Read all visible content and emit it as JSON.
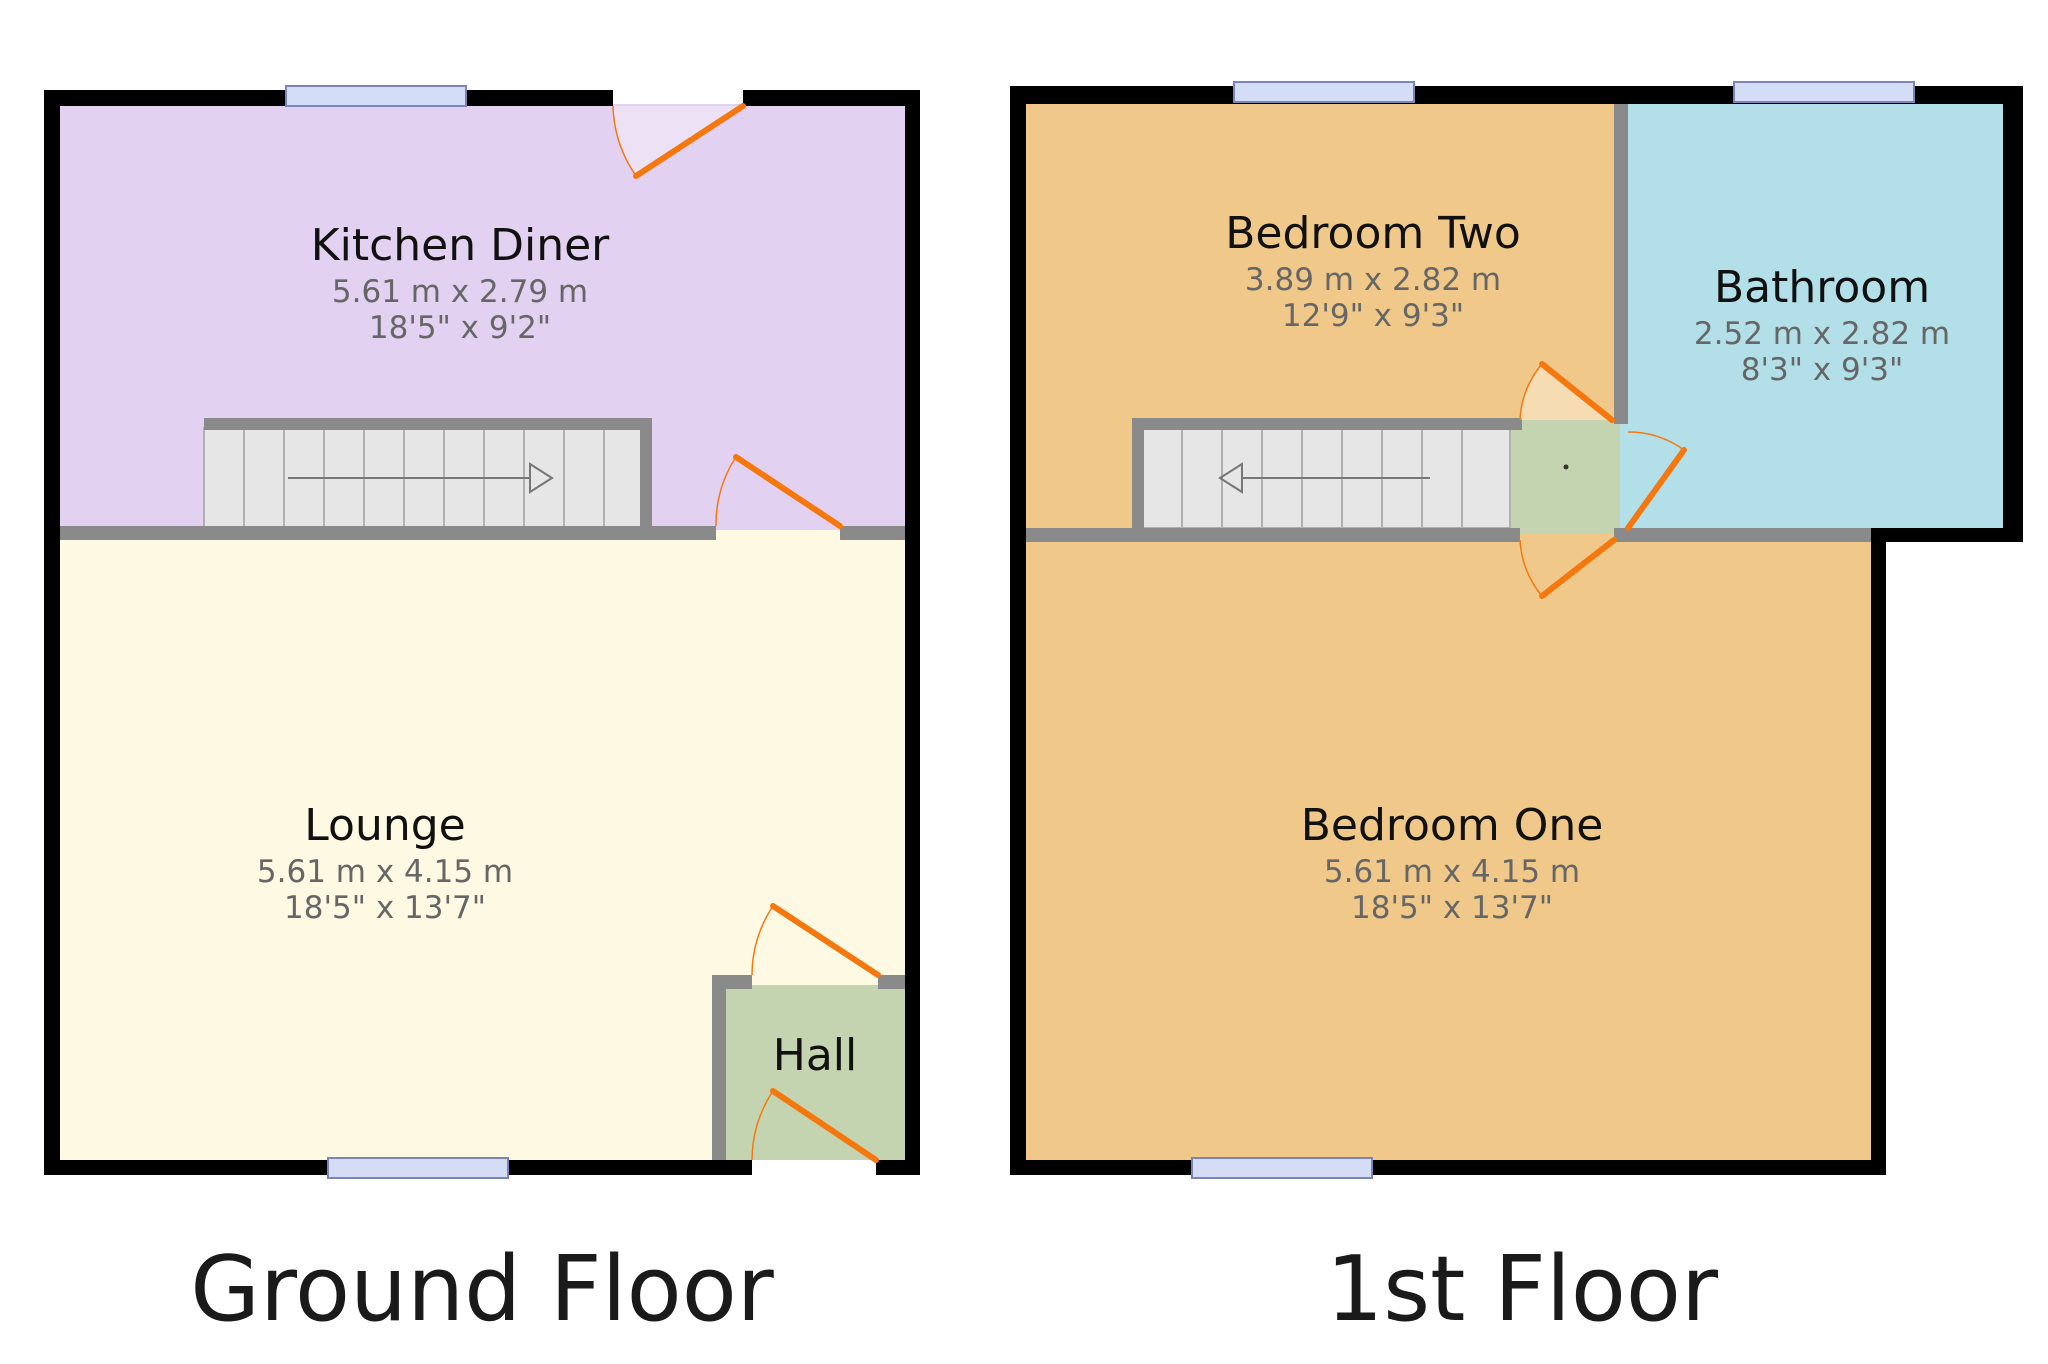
{
  "colors": {
    "wall": "#000000",
    "inner_wall": "#8a8a8a",
    "kitchen": "#e3d1f1",
    "lounge": "#fdf9e2",
    "hall": "#c5d4b0",
    "bedroom": "#f0c98a",
    "bathroom": "#b3e0e8",
    "landing": "#c5d4b0",
    "door": "#f5780f",
    "window": "#d5dcf5",
    "stairs": "#e6e6e6"
  },
  "floors": [
    {
      "label": "Ground Floor",
      "rooms": {
        "kitchen": {
          "name": "Kitchen Diner",
          "metric": "5.61 m x 2.79 m",
          "imperial": "18'5\" x 9'2\""
        },
        "lounge": {
          "name": "Lounge",
          "metric": "5.61 m x 4.15 m",
          "imperial": "18'5\" x 13'7\""
        },
        "hall": {
          "name": "Hall"
        }
      }
    },
    {
      "label": "1st Floor",
      "rooms": {
        "bedroom_two": {
          "name": "Bedroom Two",
          "metric": "3.89 m x 2.82 m",
          "imperial": "12'9\" x 9'3\""
        },
        "bathroom": {
          "name": "Bathroom",
          "metric": "2.52 m x 2.82 m",
          "imperial": "8'3\" x 9'3\""
        },
        "bedroom_one": {
          "name": "Bedroom One",
          "metric": "5.61 m x 4.15 m",
          "imperial": "18'5\" x 13'7\""
        }
      }
    }
  ]
}
